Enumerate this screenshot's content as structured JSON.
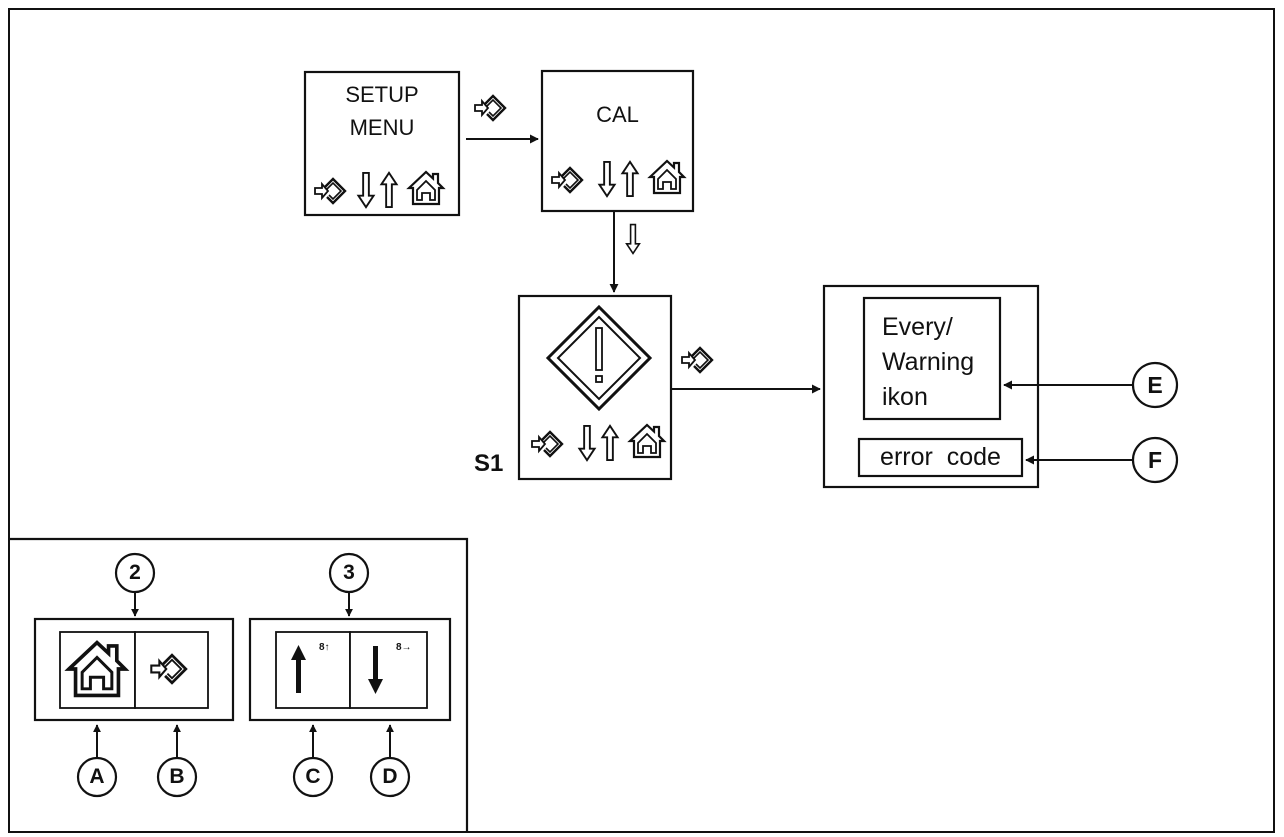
{
  "setup_menu": {
    "line1": "SETUP",
    "line2": "MENU"
  },
  "cal_box": {
    "label": "CAL"
  },
  "s1_label": "S1",
  "warning_box": {
    "line1": "Every/",
    "line2": "Warning",
    "line3": "ikon"
  },
  "error_code": "error  code",
  "callouts": {
    "E": "E",
    "F": "F",
    "A": "A",
    "B": "B",
    "C": "C",
    "D": "D",
    "two": "2",
    "three": "3"
  },
  "key_panel": {
    "up_small": "8↑",
    "down_small": "8→"
  },
  "icons": [
    "enter-icon",
    "down-arrow-icon",
    "up-arrow-icon",
    "home-icon",
    "warning-diamond-icon"
  ],
  "colors": {
    "stroke": "#111111",
    "background": "#ffffff"
  }
}
